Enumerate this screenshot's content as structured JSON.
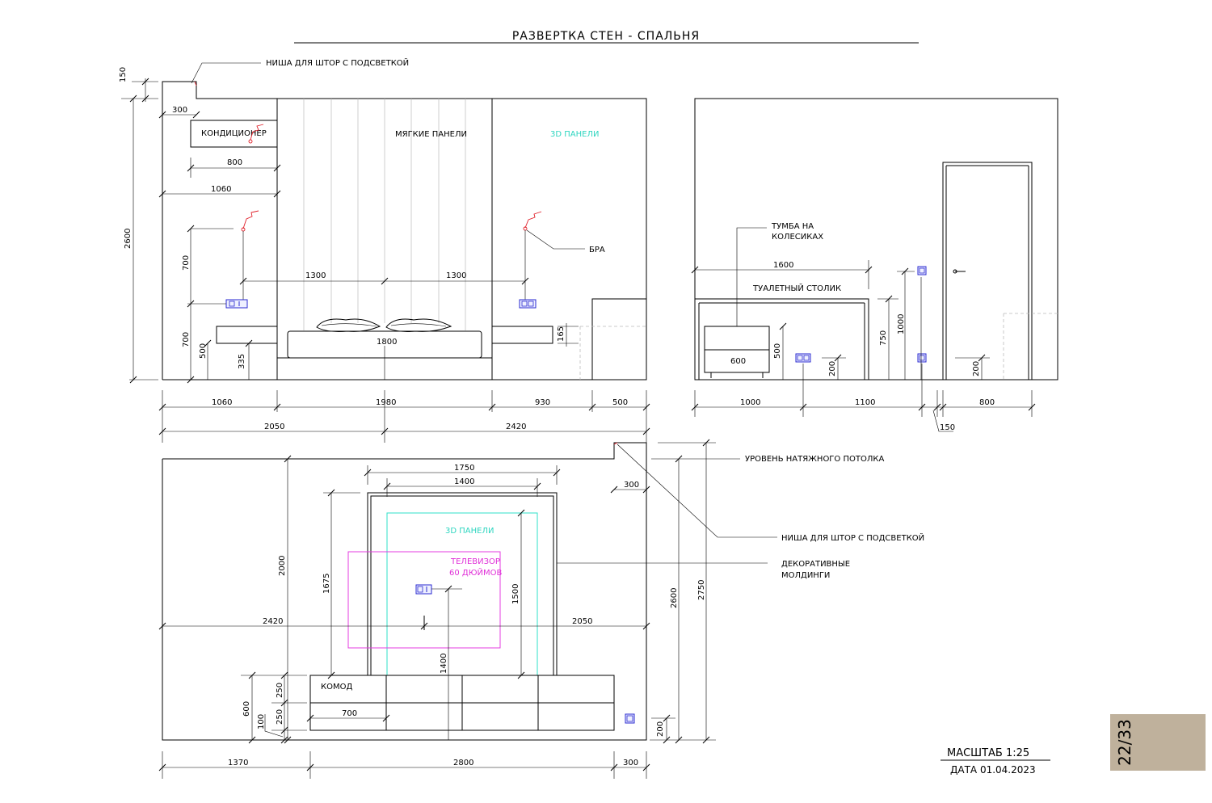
{
  "title": "РАЗВЕРТКА СТЕН - СПАЛЬНЯ",
  "scale": "МАСШТАБ 1:25",
  "date": "ДАТА 01.04.2023",
  "page": "22/33",
  "colors": {
    "accent_cyan": "#2fe0c8",
    "accent_magenta": "#e43ce0",
    "socket_blue": "#2a2ad0",
    "lamp_red": "#e0202a",
    "page_tab": "#bfb19c"
  },
  "icons": [
    "socket-icon",
    "switch-icon",
    "wall-lamp-icon",
    "door-handle-icon"
  ],
  "wall1": {
    "labels": {
      "niche": "НИША ДЛЯ ШТОР С ПОДСВЕТКОЙ",
      "ac": "КОНДИЦИОНЕР",
      "soft_panels": "МЯГКИЕ ПАНЕЛИ",
      "panels_3d": "3D ПАНЕЛИ",
      "sconce": "БРА"
    },
    "dims": {
      "d150": "150",
      "d300": "300",
      "d800": "800",
      "d1060": "1060",
      "d2600": "2600",
      "d700a": "700",
      "d700b": "700",
      "d500": "500",
      "d335": "335",
      "d1300a": "1300",
      "d1300b": "1300",
      "d1800": "1800",
      "d165": "165",
      "b1060": "1060",
      "b1980": "1980",
      "b930": "930",
      "b500": "500",
      "b2050": "2050",
      "b2420": "2420"
    }
  },
  "wall2": {
    "labels": {
      "nightstand": "ТУМБА НА",
      "nightstand2": "КОЛЕСИКАХ",
      "dressing_table": "ТУАЛЕТНЫЙ СТОЛИК"
    },
    "dims": {
      "d1600": "1600",
      "d600": "600",
      "d500": "500",
      "d200a": "200",
      "d750": "750",
      "d1000": "1000",
      "d200b": "200",
      "b1000": "1000",
      "b1100": "1100",
      "b800": "800",
      "b150": "150"
    }
  },
  "wall3": {
    "labels": {
      "ceiling": "УРОВЕНЬ НАТЯЖНОГО ПОТОЛКА",
      "niche": "НИША ДЛЯ ШТОР С ПОДСВЕТКОЙ",
      "moldings": "ДЕКОРАТИВНЫЕ",
      "moldings2": "МОЛДИНГИ",
      "panels_3d": "3D ПАНЕЛИ",
      "tv": "ТЕЛЕВИЗОР",
      "tv2": "60 ДЮЙМОВ",
      "dresser": "КОМОД"
    },
    "dims": {
      "d1750": "1750",
      "d1400": "1400",
      "d300": "300",
      "d2000": "2000",
      "d1675": "1675",
      "d1500": "1500",
      "d2420": "2420",
      "d2050": "2050",
      "d1400v": "1400",
      "d250a": "250",
      "d250b": "250",
      "d600": "600",
      "d100": "100",
      "d700": "700",
      "d2600": "2600",
      "d2750": "2750",
      "d200": "200",
      "b1370": "1370",
      "b2800": "2800",
      "b300": "300"
    }
  }
}
